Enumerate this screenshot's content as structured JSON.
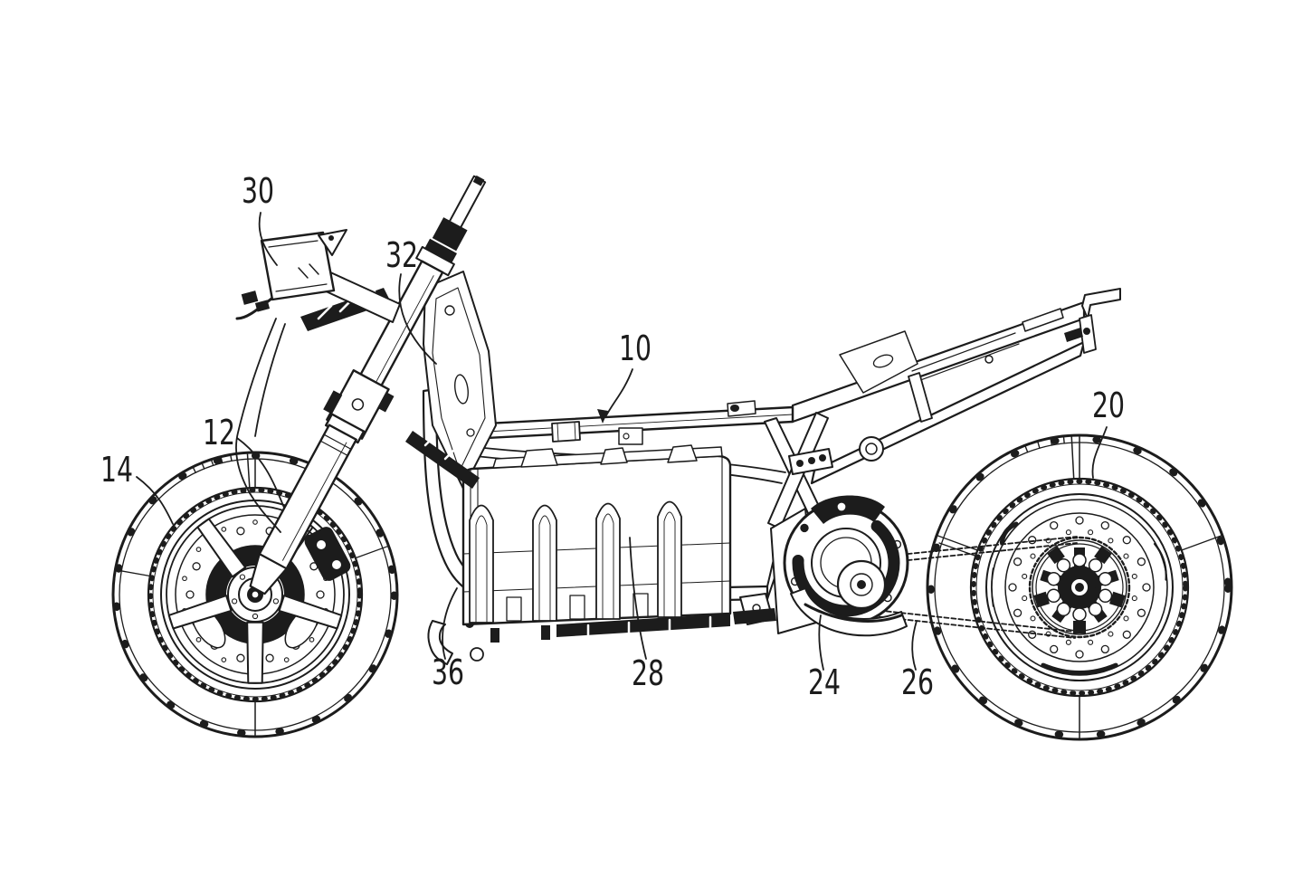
{
  "figure": {
    "description": "Patent-style line drawing: right-side view of a motorcycle chassis with front and rear wheels, front fork, frame, battery case and drive unit",
    "background_color": "#ffffff",
    "ink_color": "#1c1c1c"
  },
  "reference_labels": [
    {
      "text": "30"
    },
    {
      "text": "32"
    },
    {
      "text": "10"
    },
    {
      "text": "20"
    },
    {
      "text": "12"
    },
    {
      "text": "14"
    },
    {
      "text": "36"
    },
    {
      "text": "28"
    },
    {
      "text": "24"
    },
    {
      "text": "26"
    }
  ]
}
